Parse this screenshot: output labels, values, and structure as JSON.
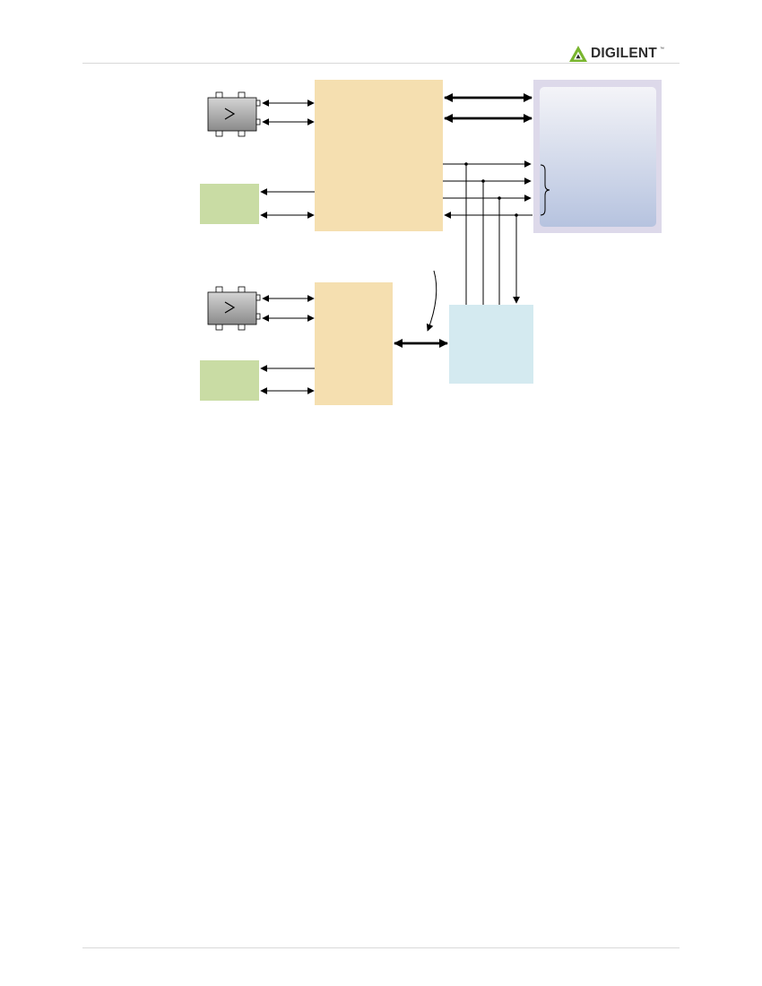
{
  "header": {
    "brand": "DIGILENT",
    "trademark": "™",
    "logo_color": "#79b52f"
  },
  "diagram": {
    "palette": {
      "fpga_block": "#f5dfb0",
      "soc_outer": "#ddd9ea",
      "soc_inner_top": "#f4f4f8",
      "soc_inner_bottom": "#b6c3df",
      "oscillator_block": "#c9dca4",
      "config_block": "#d4eaf0",
      "connector_body": "#a8a8a8",
      "line": "#000000"
    },
    "components": [
      {
        "id": "upper-controller",
        "kind": "controller"
      },
      {
        "id": "lower-controller",
        "kind": "controller"
      },
      {
        "id": "processor",
        "kind": "processor"
      },
      {
        "id": "upper-connector",
        "kind": "connector"
      },
      {
        "id": "lower-connector",
        "kind": "connector"
      },
      {
        "id": "upper-clock",
        "kind": "clock"
      },
      {
        "id": "lower-clock",
        "kind": "clock"
      },
      {
        "id": "config-device",
        "kind": "config"
      }
    ]
  }
}
